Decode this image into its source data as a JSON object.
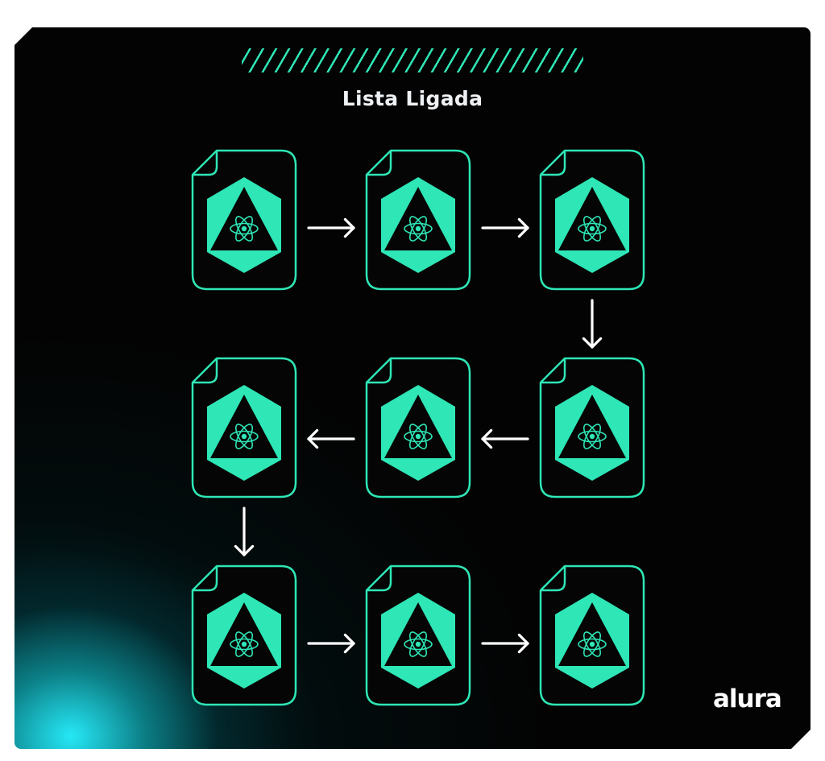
{
  "title": "Lista Ligada",
  "logo": "alura",
  "colors": {
    "accent": "#2ee6b6",
    "background": "#030303",
    "arrow": "#ffffff",
    "text": "#eef1f4"
  },
  "nodes": [
    {
      "id": "node-1",
      "icon": "file-atom-icon"
    },
    {
      "id": "node-2",
      "icon": "file-atom-icon"
    },
    {
      "id": "node-3",
      "icon": "file-atom-icon"
    },
    {
      "id": "node-4",
      "icon": "file-atom-icon"
    },
    {
      "id": "node-5",
      "icon": "file-atom-icon"
    },
    {
      "id": "node-6",
      "icon": "file-atom-icon"
    },
    {
      "id": "node-7",
      "icon": "file-atom-icon"
    },
    {
      "id": "node-8",
      "icon": "file-atom-icon"
    },
    {
      "id": "node-9",
      "icon": "file-atom-icon"
    }
  ],
  "links": [
    {
      "from": "node-1",
      "to": "node-2",
      "direction": "right"
    },
    {
      "from": "node-2",
      "to": "node-3",
      "direction": "right"
    },
    {
      "from": "node-3",
      "to": "node-4",
      "direction": "down"
    },
    {
      "from": "node-4",
      "to": "node-5",
      "direction": "left"
    },
    {
      "from": "node-5",
      "to": "node-6",
      "direction": "left"
    },
    {
      "from": "node-6",
      "to": "node-7",
      "direction": "down"
    },
    {
      "from": "node-7",
      "to": "node-8",
      "direction": "right"
    },
    {
      "from": "node-8",
      "to": "node-9",
      "direction": "right"
    }
  ]
}
